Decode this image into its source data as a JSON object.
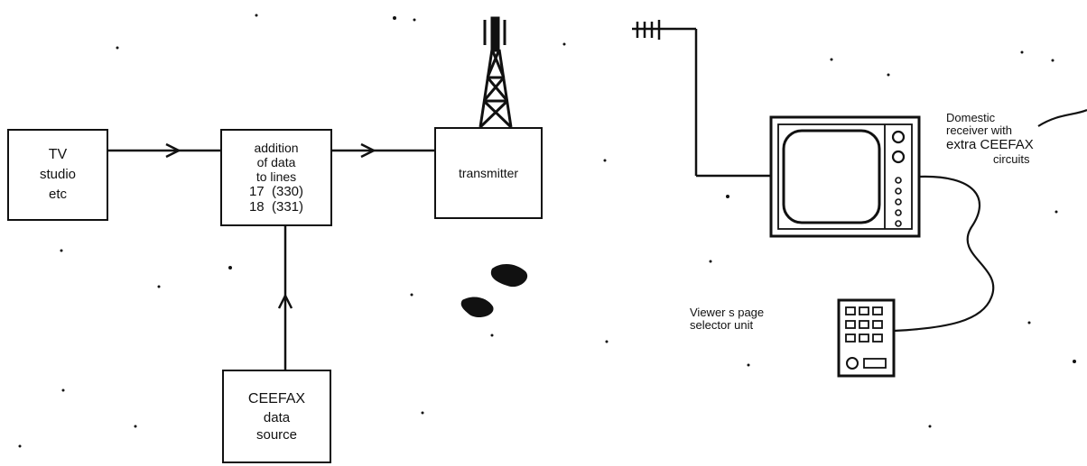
{
  "boxes": {
    "studio": {
      "lines": [
        "TV",
        "studio",
        "etc"
      ]
    },
    "addition": {
      "lines": [
        "addition",
        "of data",
        "to lines",
        "17  (330)",
        "18  (331)"
      ]
    },
    "transmitter": {
      "lines": [
        "transmitter"
      ]
    },
    "source": {
      "lines": [
        "CEEFAX",
        "data",
        "source"
      ]
    }
  },
  "labels": {
    "receiver": [
      "Domestic",
      "receiver with",
      "extra CEEFAX",
      "circuits"
    ],
    "selector": [
      "Viewer s page",
      "selector unit"
    ]
  },
  "icons": [
    "transmitter-tower-icon",
    "antenna-icon",
    "television-icon",
    "keypad-icon"
  ],
  "colors": {
    "ink": "#111111",
    "paper": "#ffffff"
  }
}
